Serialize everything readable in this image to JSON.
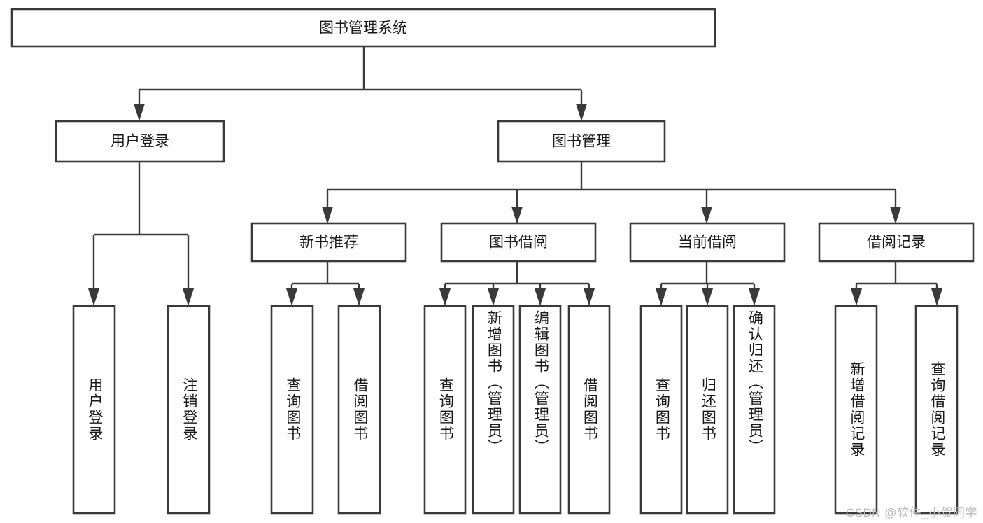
{
  "diagram": {
    "type": "tree",
    "title": "图书管理系统",
    "watermark": "CSDN @软件_小贺同学",
    "colors": {
      "box_stroke": "#3a3a3a",
      "box_fill": "#ffffff",
      "connector": "#3a3a3a",
      "text": "#1a1a1a",
      "watermark": "#b9b9b9",
      "background": "#ffffff"
    },
    "root": {
      "label": "图书管理系统"
    },
    "level2": [
      {
        "label": "用户登录"
      },
      {
        "label": "图书管理"
      }
    ],
    "level3": [
      {
        "label": "新书推荐"
      },
      {
        "label": "图书借阅"
      },
      {
        "label": "当前借阅"
      },
      {
        "label": "借阅记录"
      }
    ],
    "leaves": {
      "user_login": [
        {
          "label": "用户登录"
        },
        {
          "label": "注销登录"
        }
      ],
      "new_book_recommend": [
        {
          "label": "查询图书"
        },
        {
          "label": "借阅图书"
        }
      ],
      "book_borrow": [
        {
          "label": "查询图书"
        },
        {
          "label": "新增图书（管理员）"
        },
        {
          "label": "编辑图书（管理员）"
        },
        {
          "label": "借阅图书"
        }
      ],
      "current_borrow": [
        {
          "label": "查询图书"
        },
        {
          "label": "归还图书"
        },
        {
          "label": "确认归还（管理员）"
        }
      ],
      "borrow_record": [
        {
          "label": "新增借阅记录"
        },
        {
          "label": "查询借阅记录"
        }
      ]
    }
  }
}
